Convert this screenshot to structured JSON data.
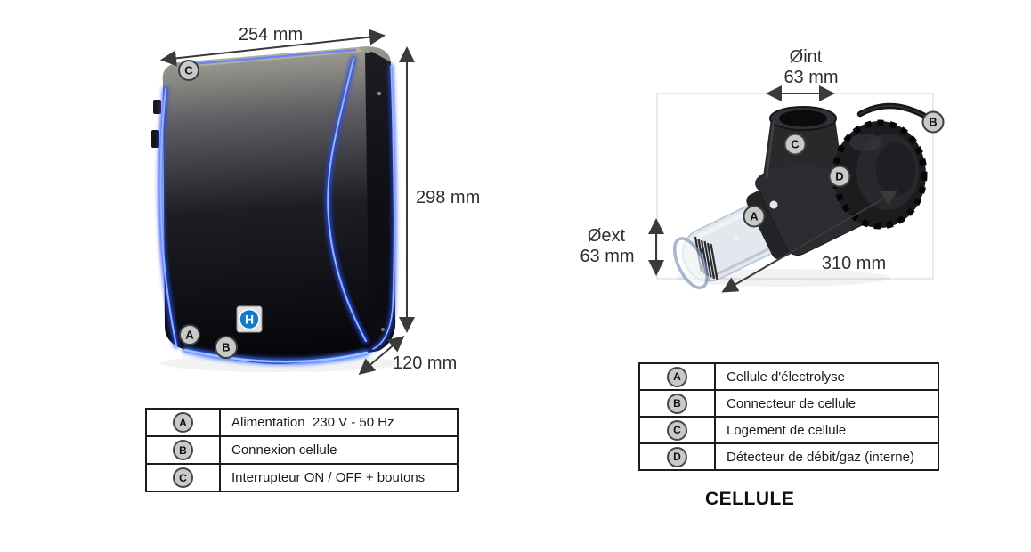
{
  "left_figure": {
    "width_label": "254 mm",
    "height_label": "298 mm",
    "depth_label": "120 mm",
    "marker_a": "A",
    "marker_b": "B",
    "marker_c": "C",
    "logo_letter": "H"
  },
  "right_figure": {
    "inner_diameter_symbol": "Øint",
    "inner_diameter_value": "63 mm",
    "outer_diameter_symbol": "Øext",
    "outer_diameter_value": "63 mm",
    "length_label": "310 mm",
    "marker_a": "A",
    "marker_b": "B",
    "marker_c": "C",
    "marker_d": "D"
  },
  "left_legend": {
    "rows": [
      {
        "marker": "A",
        "label": "Alimentation  230 V - 50 Hz"
      },
      {
        "marker": "B",
        "label": "Connexion cellule"
      },
      {
        "marker": "C",
        "label": "Interrupteur ON / OFF + boutons"
      }
    ]
  },
  "right_legend": {
    "rows": [
      {
        "marker": "A",
        "label": "Cellule d'électrolyse"
      },
      {
        "marker": "B",
        "label": "Connecteur de cellule"
      },
      {
        "marker": "C",
        "label": "Logement de cellule"
      },
      {
        "marker": "D",
        "label": "Détecteur de débit/gaz (interne)"
      }
    ]
  },
  "caption": "CELLULE",
  "colors": {
    "led_glow_blue": "#2c4bee",
    "led_core_blue": "#8fb6ff",
    "logo_blue": "#0f7dc8",
    "marker_fill": "#c9c9c9",
    "dimension_text": "#2f2f2f",
    "table_border": "#1c1c1c"
  }
}
